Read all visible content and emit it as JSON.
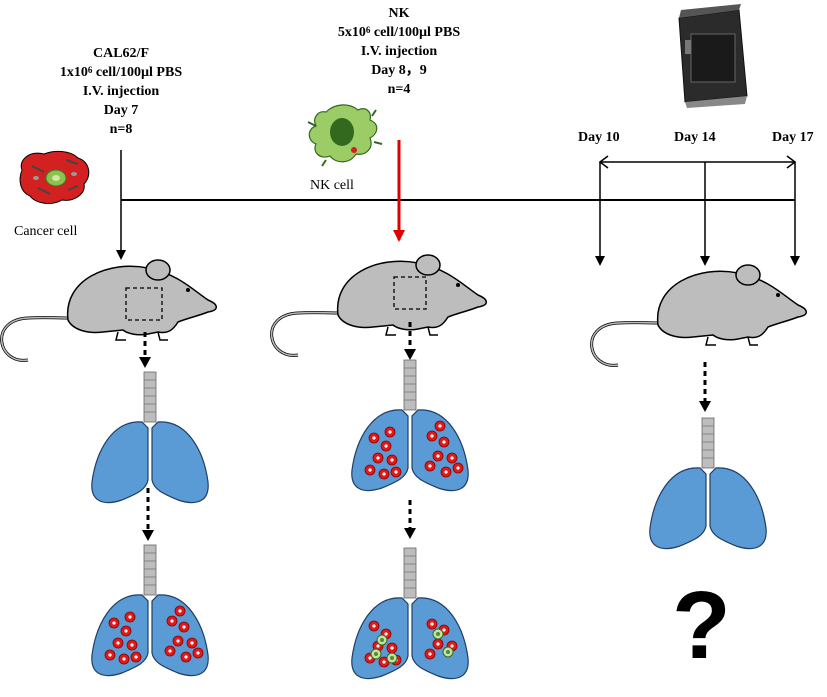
{
  "group1": {
    "line1": "CAL62/F",
    "line2_pre": "1x10",
    "line2_sup": "6",
    "line2_post": " cell/100µl PBS",
    "line3": "I.V. injection",
    "line4": "Day 7",
    "line5": "n=8"
  },
  "group2": {
    "line1": "NK",
    "line2_pre": "5x10",
    "line2_sup": "6",
    "line2_post": " cell/100µl PBS",
    "line3": "I.V. injection",
    "line4": "Day 8，9",
    "line5": "n=4"
  },
  "cancer_cell_label": "Cancer cell",
  "nk_cell_label": "NK cell",
  "days": [
    "Day 10",
    "Day 14",
    "Day 17"
  ],
  "question_mark": "?",
  "colors": {
    "mouse": "#bdbdbd",
    "lung": "#5b9bd5",
    "tumor": "#e01a1a",
    "nk_cell": "#9ccc65",
    "nk_nucleus": "#33691e",
    "red_arrow": "#e00000",
    "cancer_cell": "#d32020"
  },
  "icons": [
    "cancer-cell-icon",
    "nk-cell-icon",
    "imaging-device-icon",
    "mouse-icon",
    "lung-icon"
  ]
}
